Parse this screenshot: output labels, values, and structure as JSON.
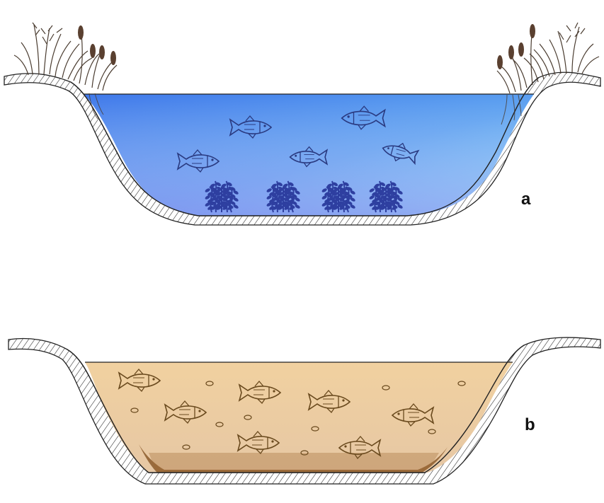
{
  "panels": [
    {
      "label": "a",
      "water_color_top": "#4f86ee",
      "water_color_bottom": "#9aa0f2",
      "fish_count": 5,
      "weed_count": 4,
      "reeds": true
    },
    {
      "label": "b",
      "water_color_top": "#f0d0a0",
      "water_color_bottom": "#e2c4a0",
      "fish_count": 7,
      "weed_count": 0,
      "reeds": false,
      "sediment_color": "#8b5a2b"
    }
  ],
  "colors": {
    "outline": "#222222",
    "fish_a": "#2a3a80",
    "fish_b": "#6a4a1e",
    "weed": "#2e3fa0",
    "reed": "#4a3c30"
  }
}
